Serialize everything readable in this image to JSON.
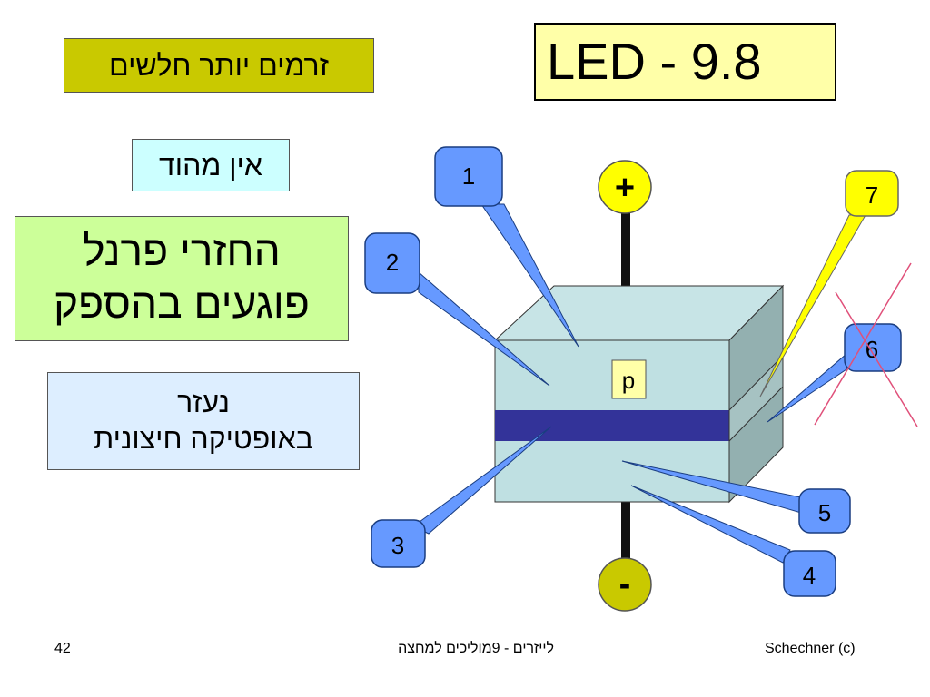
{
  "slide": {
    "title": "LED - 9.8",
    "notes": {
      "currents": "זרמים יותר חלשים",
      "no_cavity": "אין מהוד",
      "fresnel_line1": "החזרי פרנל",
      "fresnel_line2": "פוגעים בהספק",
      "optics_line1": "נעזר",
      "optics_line2": "באופטיקה חיצונית"
    },
    "diagram": {
      "plus_symbol": "+",
      "minus_symbol": "-",
      "p_label": "p",
      "callouts": [
        "1",
        "2",
        "3",
        "4",
        "5",
        "6",
        "7"
      ]
    },
    "footer": {
      "page_number": "42",
      "course": "לייזרים - 9מוליכים למחצה",
      "copyright": "Schechner (c)"
    }
  }
}
